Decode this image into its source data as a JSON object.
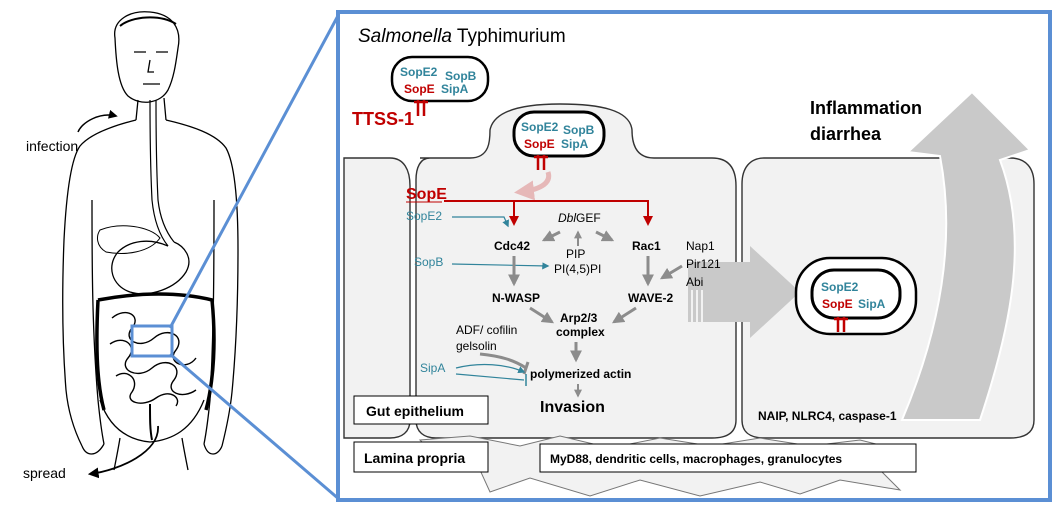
{
  "colors": {
    "frame": "#5b8fd4",
    "red": "#c00000",
    "teal": "#31849b",
    "grey_arrow": "#8c8c8c",
    "big_arrow": "#c9c9c9",
    "cell_fill": "#f2f2f2"
  },
  "human": {
    "infection": "infection",
    "spread": "spread"
  },
  "title": {
    "italic": "Salmonella",
    "rest": " Typhimurium"
  },
  "bacteria": {
    "sope2": "SopE2",
    "sopb": "SopB",
    "sope": "SopE",
    "sipa": "SipA",
    "ttss": "TTSS-1"
  },
  "pathway": {
    "sope": "SopE",
    "sope2": "SopE2",
    "dblgef_italic": "Dbl",
    "dblgef_rest": "GEF",
    "cdc42": "Cdc42",
    "rac1": "Rac1",
    "pip": "PIP",
    "pip2": "PI(4,5)PI",
    "sopb": "SopB",
    "nap1": "Nap1",
    "pir121": "Pir121",
    "abi": "Abi",
    "nwasp": "N-WASP",
    "wave2": "WAVE-2",
    "arp_line1": "Arp2/3",
    "arp_line2": "complex",
    "adf": "ADF/ cofilin",
    "gelsolin": "gelsolin",
    "sipa": "SipA",
    "polymerized": "polymerized actin",
    "invasion": "Invasion"
  },
  "right": {
    "inflammation": "Inflammation",
    "diarrhea": "diarrhea",
    "vacuole_sope2": "SopE2",
    "vacuole_sope": "SopE",
    "vacuole_sipa": "SipA",
    "naip": "NAIP, NLRC4, caspase-1"
  },
  "labels": {
    "gut": "Gut epithelium",
    "lamina": "Lamina propria",
    "myd88": "MyD88, dendritic cells, macrophages, granulocytes"
  }
}
